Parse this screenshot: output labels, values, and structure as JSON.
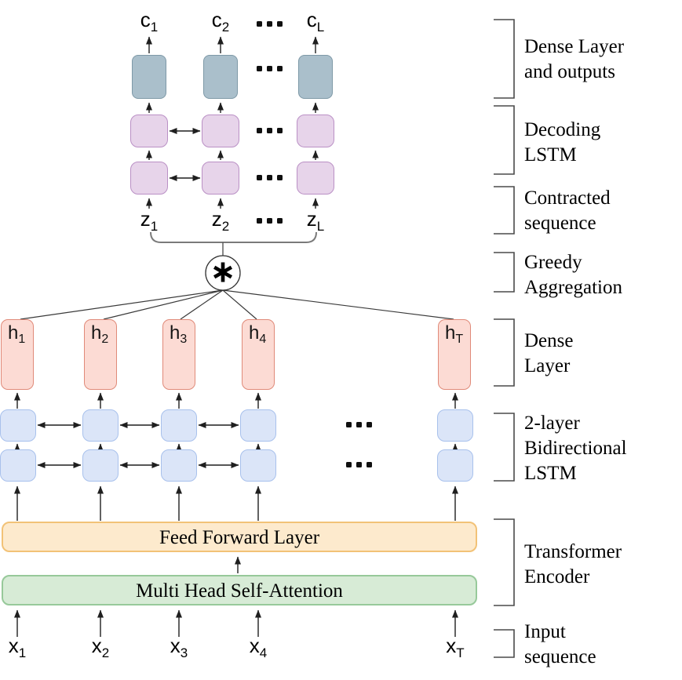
{
  "colors": {
    "output_box_fill": "#aabfcb",
    "output_box_border": "#7e99a7",
    "decoder_box_fill": "#e7d4ea",
    "decoder_box_border": "#ba90c5",
    "lstm_box_fill": "#dbe5f8",
    "lstm_box_border": "#a8c1ec",
    "hidden_box_fill": "#fcdbd4",
    "hidden_box_border": "#e08a79",
    "ff_bar_fill": "#fdeacd",
    "ff_bar_border": "#f2c277",
    "attn_bar_fill": "#d7ebd6",
    "attn_bar_border": "#97c99a",
    "wire": "#1f1f1f",
    "fan_wire": "#3a3a3a",
    "bracket": "#4a4a4a",
    "aggregation_bracket": "#7a7a7a",
    "aggregation_circle_border": "#333333"
  },
  "nodes": {
    "outputs": [
      {
        "main": "c",
        "sub": "1"
      },
      {
        "main": "c",
        "sub": "2"
      },
      {
        "main": "c",
        "sub": "L"
      }
    ],
    "contracted": [
      {
        "main": "z",
        "sub": "1"
      },
      {
        "main": "z",
        "sub": "2"
      },
      {
        "main": "z",
        "sub": "L"
      }
    ],
    "hidden": [
      {
        "main": "h",
        "sub": "1"
      },
      {
        "main": "h",
        "sub": "2"
      },
      {
        "main": "h",
        "sub": "3"
      },
      {
        "main": "h",
        "sub": "4"
      },
      {
        "main": "h",
        "sub": "T"
      }
    ],
    "inputs": [
      {
        "main": "x",
        "sub": "1"
      },
      {
        "main": "x",
        "sub": "2"
      },
      {
        "main": "x",
        "sub": "3"
      },
      {
        "main": "x",
        "sub": "4"
      },
      {
        "main": "x",
        "sub": "T"
      }
    ],
    "aggregation_symbol": "∗",
    "ellipsis": "..."
  },
  "bars": {
    "feed_forward": "Feed Forward Layer",
    "self_attention": "Multi Head Self-Attention"
  },
  "annotations": [
    {
      "lines": [
        "Dense Layer",
        "and outputs"
      ]
    },
    {
      "lines": [
        "Decoding",
        "LSTM"
      ]
    },
    {
      "lines": [
        "Contracted",
        "sequence"
      ]
    },
    {
      "lines": [
        "Greedy",
        "Aggregation"
      ]
    },
    {
      "lines": [
        "Dense",
        "Layer"
      ]
    },
    {
      "lines": [
        "2-layer",
        "Bidirectional",
        "LSTM"
      ]
    },
    {
      "lines": [
        "Transformer",
        "Encoder"
      ]
    },
    {
      "lines": [
        "Input",
        "sequence"
      ]
    }
  ]
}
